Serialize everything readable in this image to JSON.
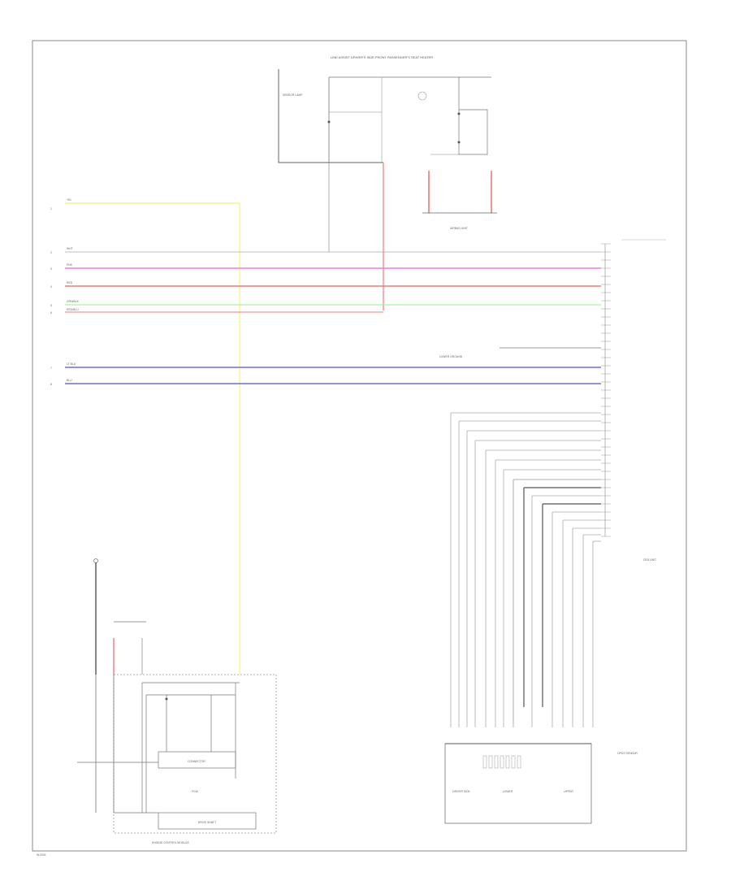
{
  "footer_code": "W-0001",
  "colors": {
    "yellow": "#f2f27a",
    "magenta": "#f07af0",
    "red": "#f07a7a",
    "green": "#aaf2a0",
    "blue": "#6a6af0",
    "frame": "#8a8a8a",
    "line": "#9a9a9a",
    "dark": "#555555"
  },
  "wires": {
    "yellow": "YEL",
    "w1": "WHT",
    "pnk": "PNK",
    "red": "RED",
    "grn": "GRN/BLK",
    "redblk": "RED/BLU",
    "blu1": "LT BLU",
    "blu2": "BLU"
  },
  "labels": {
    "top_module_title": "LINE ASSIST DRIVER'S SIDE FRONT PASSENGER'S SEAT HEATER",
    "airbag_unit": "AIRBAG UNIT",
    "lower_ground_label": "LOWER GROUND",
    "right_connector_label": "ODS UNIT",
    "left_bulb_label": "SENSOR LAMP",
    "ecm_label": "ENGINE CONTROL MODULE",
    "ecm_inner": "PCM",
    "ecm_box1": "CONNECTOR",
    "ecm_box2": "DRIVE SHAFT",
    "sensor_block_label": "OPDS SENSOR",
    "sensor_1": "DRIVER SIDE",
    "sensor_2": "LOWER",
    "sensor_3": "UPPER"
  },
  "pins_left": [
    "1",
    "2",
    "3",
    "4",
    "5",
    "6",
    "7",
    "8"
  ]
}
